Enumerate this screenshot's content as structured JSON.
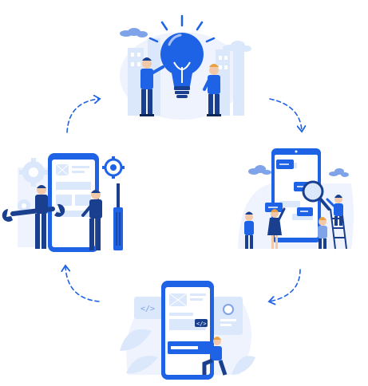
{
  "diagram": {
    "type": "cycle",
    "stages": [
      {
        "name": "idea",
        "icon": "lightbulb-icon"
      },
      {
        "name": "research-analysis",
        "icon": "magnifier-icon"
      },
      {
        "name": "design-development",
        "icon": "code-tag-icon"
      },
      {
        "name": "build-maintain",
        "icon": "wrench-icon"
      }
    ],
    "connectors": "dashed-curved-arrows",
    "colors": {
      "primary": "#1e62e6",
      "dark": "#1a3f8f",
      "light": "#dbe7fb",
      "pale": "#eef3fd",
      "skin": "#f2c9a8"
    }
  }
}
